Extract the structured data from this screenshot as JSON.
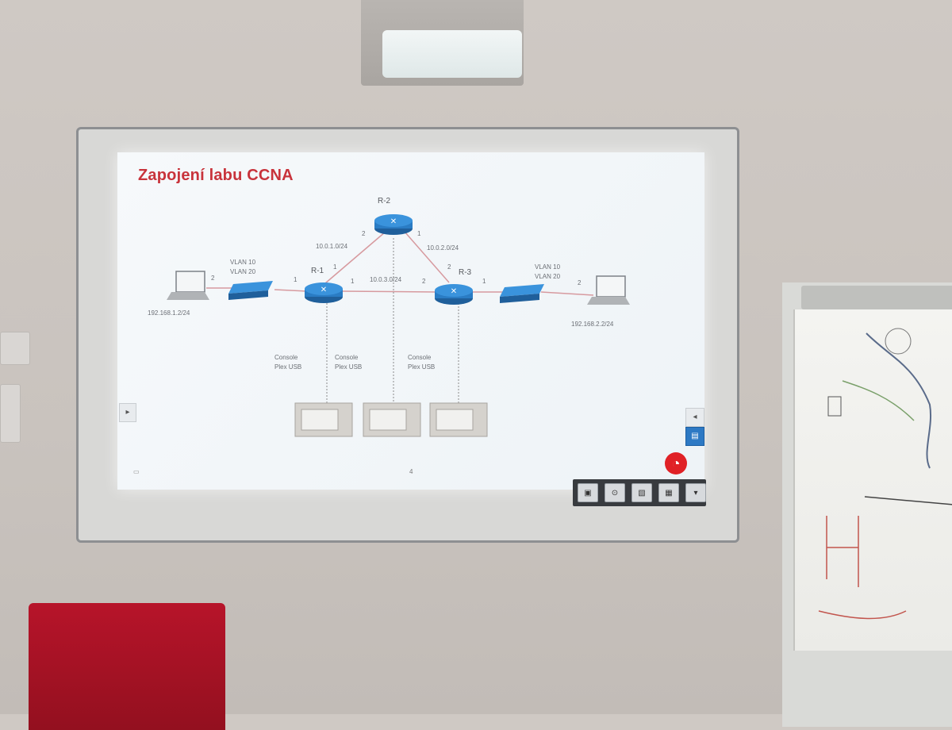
{
  "slide": {
    "title": "Zapojení labu CCNA",
    "page_number": "4",
    "page_icon": "▭",
    "logo_mark": "◔"
  },
  "network": {
    "routers": [
      {
        "id": "r1",
        "label": "R-1"
      },
      {
        "id": "r2",
        "label": "R-2"
      },
      {
        "id": "r3",
        "label": "R-3"
      }
    ],
    "subnets": {
      "r1_r2": "10.0.1.0/24",
      "r2_r3": "10.0.2.0/24",
      "r1_r3": "10.0.3.0/24"
    },
    "left_site": {
      "vlan_a": "VLAN 10",
      "vlan_b": "VLAN 20",
      "host_ip": "192.168.1.2/24"
    },
    "right_site": {
      "vlan_a": "VLAN 10",
      "vlan_b": "VLAN 20",
      "host_ip": "192.168.2.2/24"
    },
    "console_label_1": "Console",
    "console_label_2": "Plex USB",
    "port_1": "1",
    "port_2": "2"
  },
  "board_ui": {
    "left_tab": "▸",
    "right_tab_1": "◂",
    "right_tab_2": "▤",
    "toolbar": [
      "▣",
      "⊙",
      "▧",
      "▦",
      "▾"
    ]
  },
  "colors": {
    "title_red": "#c8333b",
    "router_blue": "#2a7cc4",
    "link_red": "#d79a9f",
    "console_line": "#8a8a8a"
  }
}
